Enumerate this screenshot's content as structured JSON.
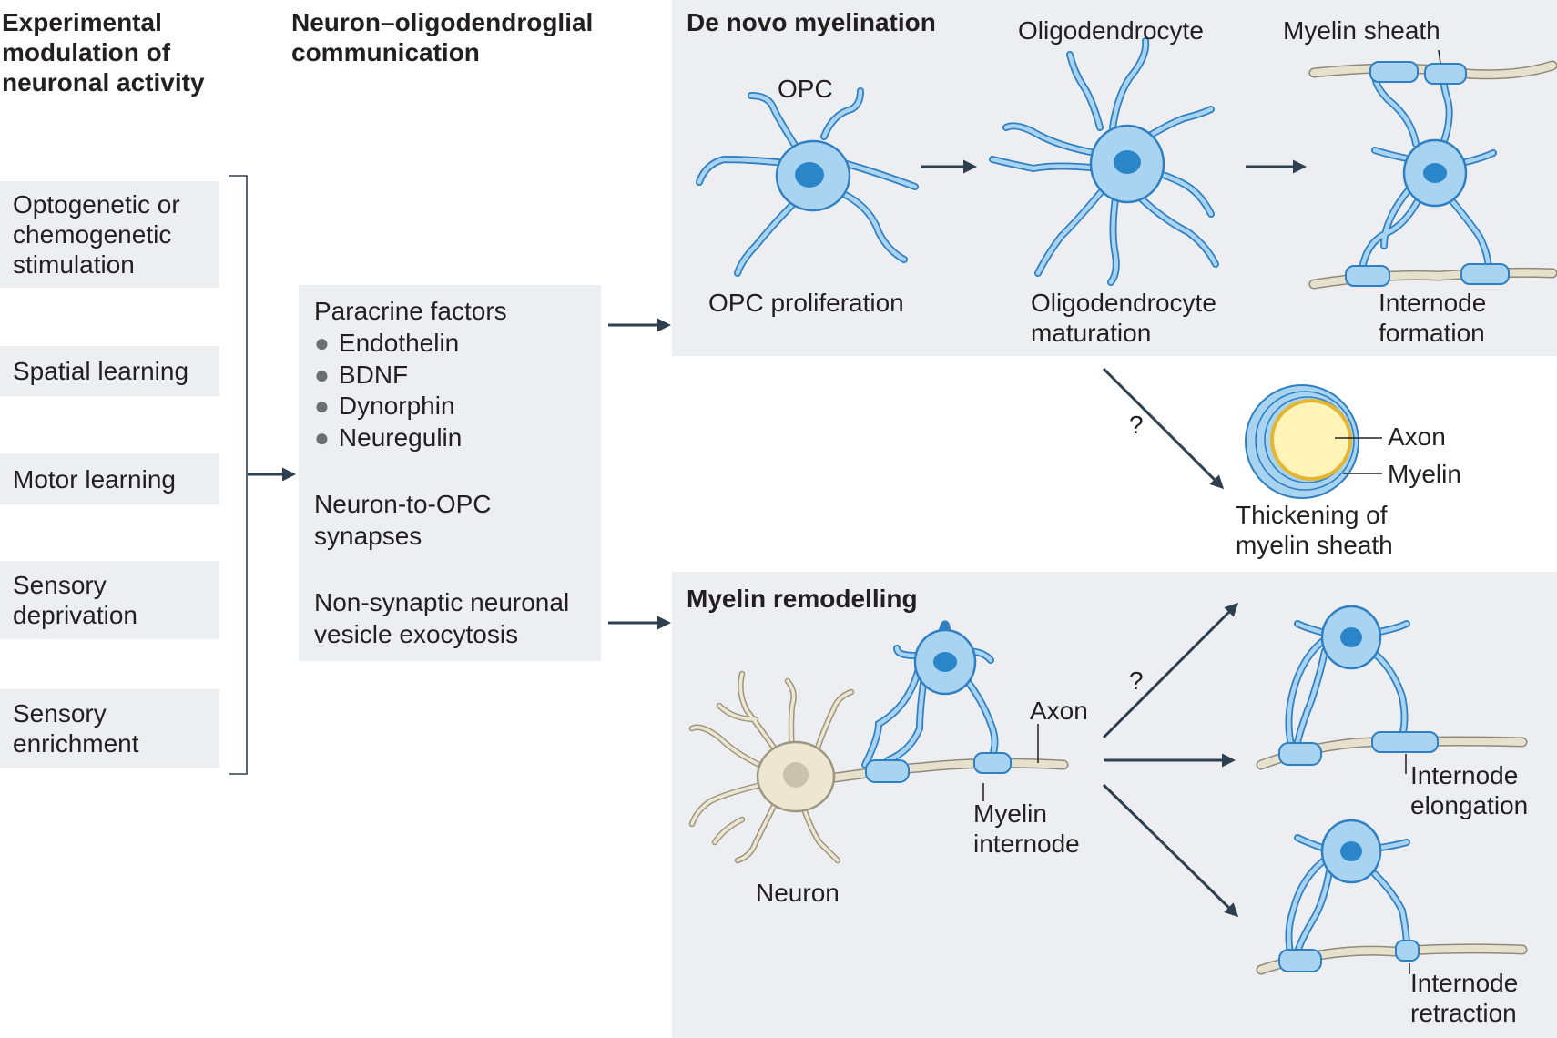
{
  "columns": {
    "activity_header": "Experimental\nmodulation of\nneuronal activity",
    "communication_header": "Neuron–oligodendroglial\ncommunication"
  },
  "activity_items": [
    "Optogenetic or\nchemogenetic\nstimulation",
    "Spatial learning",
    "Motor learning",
    "Sensory\ndeprivation",
    "Sensory\nenrichment"
  ],
  "communication": {
    "paracrine_title": "Paracrine factors",
    "paracrine_factors": [
      "Endothelin",
      "BDNF",
      "Dynorphin",
      "Neuregulin"
    ],
    "synapses": "Neuron-to-OPC\nsynapses",
    "exocytosis": "Non-synaptic neuronal\nvesicle exocytosis"
  },
  "de_novo": {
    "title": "De novo myelination",
    "opc_label": "OPC",
    "oligodendrocyte_label": "Oligodendrocyte",
    "myelin_sheath_label": "Myelin sheath",
    "step1": "OPC proliferation",
    "step2": "Oligodendrocyte\nmaturation",
    "step3": "Internode\nformation"
  },
  "thickening": {
    "question": "?",
    "axon_label": "Axon",
    "myelin_label": "Myelin",
    "caption": "Thickening of\nmyelin sheath"
  },
  "remodelling": {
    "title": "Myelin remodelling",
    "question": "?",
    "axon_label": "Axon",
    "internode_label": "Myelin\ninternode",
    "neuron_label": "Neuron",
    "elongation": "Internode\nelongation",
    "retraction": "Internode\nretraction"
  },
  "colors": {
    "panel": "#edeef1",
    "cell_fill": "#a9d4f1",
    "cell_stroke": "#2f7fc1",
    "nucleus": "#2a86c8",
    "axon": "#e6e1cc",
    "neuron": "#ede7d2",
    "arrow": "#2e3f4f",
    "axon_core": "#fff3b8"
  }
}
